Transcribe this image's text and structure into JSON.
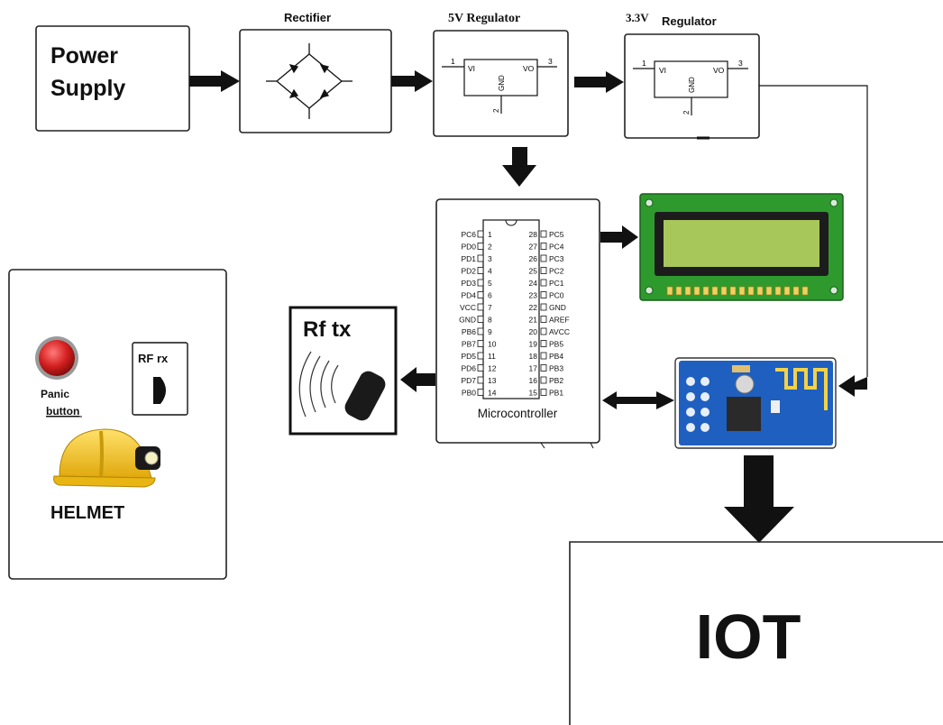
{
  "blocks": {
    "power_supply": [
      "Power",
      "Supply"
    ],
    "rectifier": "Rectifier",
    "reg5_title": "5V Regulator",
    "reg33_title": "3.3V",
    "reg33_title2": "Regulator",
    "microcontroller": "Microcontroller",
    "rf_tx": "Rf tx",
    "rf_rx": "RF rx",
    "panic_button": [
      "Panic",
      "button"
    ],
    "helmet": "HELMET",
    "iot": "IOT"
  },
  "regulator_labels": {
    "vi": "VI",
    "vo": "VO",
    "gnd": "GND",
    "pin1": "1",
    "pin2": "2",
    "pin3": "3"
  },
  "mcu_pins_left": [
    "PC6",
    "PD0",
    "PD1",
    "PD2",
    "PD3",
    "PD4",
    "VCC",
    "GND",
    "PB6",
    "PB7",
    "PD5",
    "PD6",
    "PD7",
    "PB0"
  ],
  "mcu_nums_left": [
    "1",
    "2",
    "3",
    "4",
    "5",
    "6",
    "7",
    "8",
    "9",
    "10",
    "11",
    "12",
    "13",
    "14"
  ],
  "mcu_nums_right": [
    "28",
    "27",
    "26",
    "25",
    "24",
    "23",
    "22",
    "21",
    "20",
    "19",
    "18",
    "17",
    "16",
    "15"
  ],
  "mcu_pins_right": [
    "PC5",
    "PC4",
    "PC3",
    "PC2",
    "PC1",
    "PC0",
    "GND",
    "AREF",
    "AVCC",
    "PB5",
    "PB4",
    "PB3",
    "PB2",
    "PB1"
  ],
  "colors": {
    "lcd_board": "#2e9a2e",
    "lcd_screen": "#a8c75a",
    "esp_board": "#1f5fbf",
    "helmet": "#f2c21b",
    "panic": "#d42020"
  }
}
